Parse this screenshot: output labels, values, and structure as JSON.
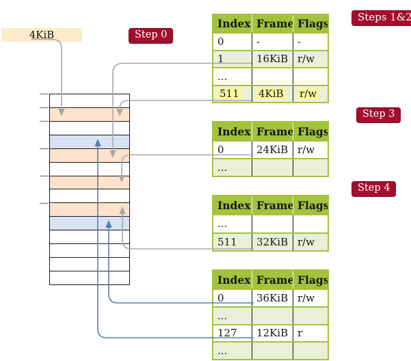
{
  "frame_box": {
    "label": "4KiB"
  },
  "badges": {
    "step0": "Step 0",
    "steps_1_2": "Steps 1&2",
    "step3": "Step 3",
    "step4": "Step 4"
  },
  "memory_stack": {
    "rows": [
      {
        "type": "white"
      },
      {
        "type": "peach"
      },
      {
        "type": "white"
      },
      {
        "type": "blue"
      },
      {
        "type": "peach"
      },
      {
        "type": "white"
      },
      {
        "type": "peach"
      },
      {
        "type": "white"
      },
      {
        "type": "peach"
      },
      {
        "type": "blue"
      },
      {
        "type": "white"
      },
      {
        "type": "white"
      },
      {
        "type": "white"
      },
      {
        "type": "white"
      }
    ]
  },
  "tables": [
    {
      "headers": [
        "Index",
        "Frame",
        "Flags"
      ],
      "rows": [
        {
          "cells": [
            "0",
            "-",
            "-"
          ],
          "shaded": false,
          "highlight": false
        },
        {
          "cells": [
            "1",
            "16KiB",
            "r/w"
          ],
          "shaded": true,
          "highlight": false
        },
        {
          "cells": [
            "...",
            "",
            ""
          ],
          "shaded": false,
          "highlight": false
        },
        {
          "cells": [
            "511",
            "4KiB",
            "r/w"
          ],
          "shaded": true,
          "highlight": true
        }
      ]
    },
    {
      "headers": [
        "Index",
        "Frame",
        "Flags"
      ],
      "rows": [
        {
          "cells": [
            "0",
            "24KiB",
            "r/w"
          ],
          "shaded": false,
          "highlight": false
        },
        {
          "cells": [
            "...",
            "",
            ""
          ],
          "shaded": true,
          "highlight": false
        }
      ]
    },
    {
      "headers": [
        "Index",
        "Frame",
        "Flags"
      ],
      "rows": [
        {
          "cells": [
            "...",
            "",
            ""
          ],
          "shaded": false,
          "highlight": false
        },
        {
          "cells": [
            "511",
            "32KiB",
            "r/w"
          ],
          "shaded": true,
          "highlight": false
        }
      ]
    },
    {
      "headers": [
        "Index",
        "Frame",
        "Flags"
      ],
      "rows": [
        {
          "cells": [
            "0",
            "36KiB",
            "r/w"
          ],
          "shaded": false,
          "highlight": false
        },
        {
          "cells": [
            "...",
            "",
            ""
          ],
          "shaded": true,
          "highlight": false
        },
        {
          "cells": [
            "127",
            "12KiB",
            "r"
          ],
          "shaded": false,
          "highlight": false
        },
        {
          "cells": [
            "...",
            "",
            ""
          ],
          "shaded": true,
          "highlight": false
        }
      ]
    }
  ],
  "colors": {
    "table_header_bg": "#a4c23c",
    "table_row_shaded": "#eaf0d8",
    "highlight_yellow": "#fbf6a3",
    "memory_peach": "#fde3cb",
    "memory_blue": "#d7e3f5",
    "badge_red": "#a50d2d",
    "frame_box_bg": "#fbecc9",
    "connector_gray": "#a7a7a7",
    "connector_blue": "#5a7cb4"
  }
}
